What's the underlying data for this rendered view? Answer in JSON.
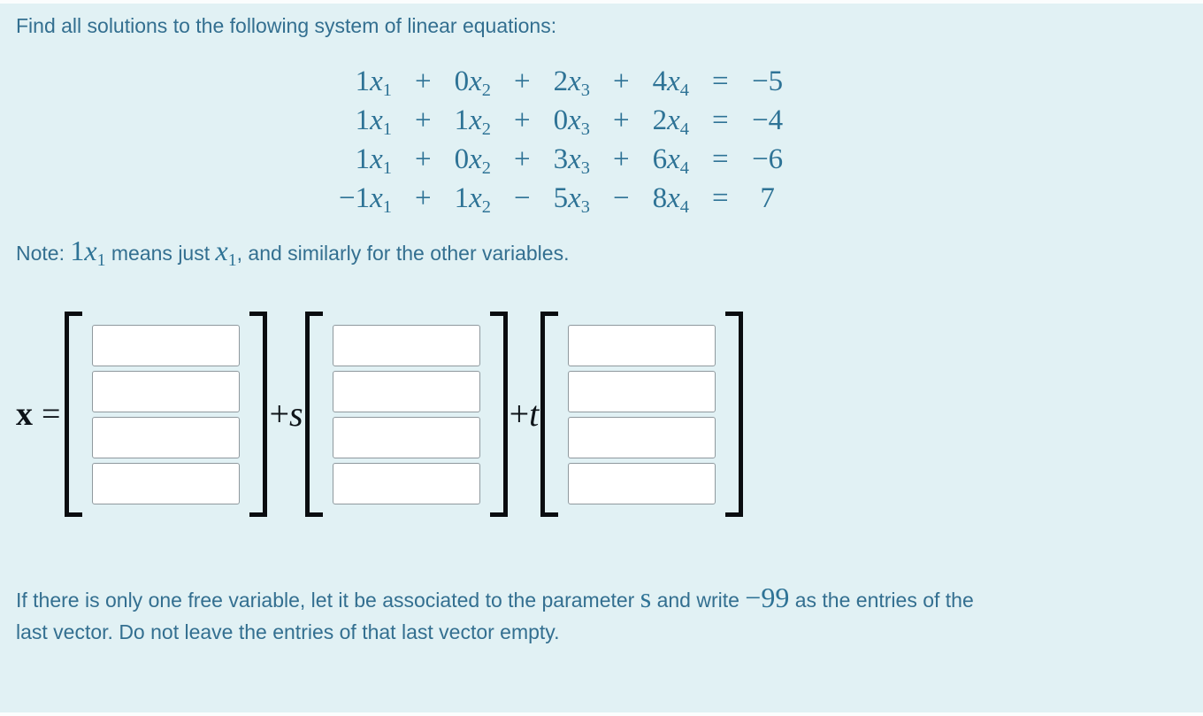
{
  "theme": {
    "bg": "#e1f1f4",
    "text": "#336f90",
    "math": "#2e7396",
    "ink": "#0e1419",
    "box-border": "#8f999e",
    "bracket": "#0a0d10"
  },
  "prompt": "Find all solutions to the following system of linear equations:",
  "system": {
    "variable": "x",
    "subscripts": [
      "1",
      "2",
      "3",
      "4"
    ],
    "rows": [
      {
        "coefficients": [
          "1",
          "0",
          "2",
          "4"
        ],
        "operators": [
          "+",
          "+",
          "+"
        ],
        "equals": "=",
        "rhs": "−5"
      },
      {
        "coefficients": [
          "1",
          "1",
          "0",
          "2"
        ],
        "operators": [
          "+",
          "+",
          "+"
        ],
        "equals": "=",
        "rhs": "−4"
      },
      {
        "coefficients": [
          "1",
          "0",
          "3",
          "6"
        ],
        "operators": [
          "+",
          "+",
          "+"
        ],
        "equals": "=",
        "rhs": "−6"
      },
      {
        "coefficients": [
          "−1",
          "1",
          "5",
          "8"
        ],
        "operators": [
          "+",
          "−",
          "−"
        ],
        "equals": "=",
        "rhs": "7"
      }
    ]
  },
  "note": {
    "label": "Note: ",
    "math_coeff": "1",
    "math_var": "x",
    "math_sub": "1",
    "middle": " means just ",
    "var2": "x",
    "sub2": "1",
    "suffix": ", and similarly for the other variables."
  },
  "solution": {
    "lhs": "x",
    "equals": "=",
    "vectors": [
      {
        "op": "",
        "param": "",
        "entries": [
          "",
          "",
          "",
          ""
        ]
      },
      {
        "op": "+",
        "param": "s",
        "entries": [
          "",
          "",
          "",
          ""
        ]
      },
      {
        "op": "+",
        "param": "t",
        "entries": [
          "",
          "",
          "",
          ""
        ]
      }
    ]
  },
  "instructions": {
    "part1": "If there is only one free variable, let it be associated to the parameter ",
    "param": "s",
    "part2": " and write ",
    "value": "−99",
    "part3": " as the entries of the ",
    "line2": "last vector. Do not leave the entries of that last vector empty."
  }
}
